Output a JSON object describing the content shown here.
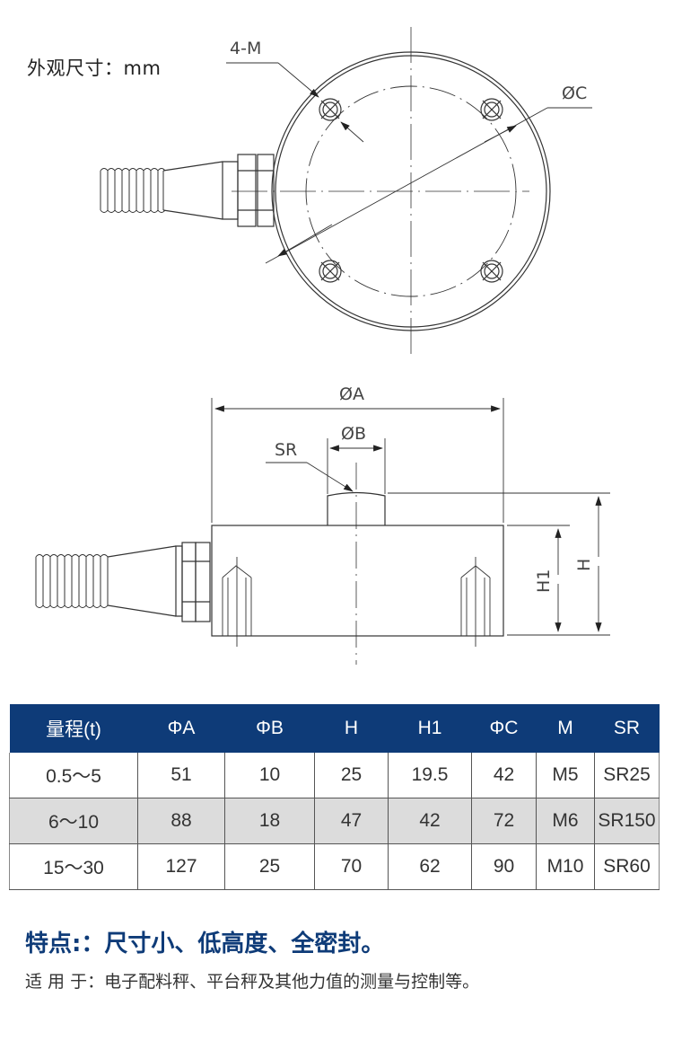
{
  "header": {
    "unit_label": "外观尺寸：mm"
  },
  "top_view": {
    "labels": {
      "holes": "4-M",
      "bolt_circle": "ØC"
    }
  },
  "side_view": {
    "labels": {
      "outer_diameter": "ØA",
      "button_diameter": "ØB",
      "sphere_radius": "SR",
      "total_height": "H",
      "body_height": "H1"
    }
  },
  "spec_table": {
    "header_color": "#0e3b78",
    "columns": [
      "量程(t)",
      "ΦA",
      "ΦB",
      "H",
      "H1",
      "ΦC",
      "M",
      "SR"
    ],
    "rows": [
      [
        "0.5～5",
        "51",
        "10",
        "25",
        "19.5",
        "42",
        "M5",
        "SR25"
      ],
      [
        "6～10",
        "88",
        "18",
        "47",
        "42",
        "72",
        "M6",
        "SR150"
      ],
      [
        "15～30",
        "127",
        "25",
        "70",
        "62",
        "90",
        "M10",
        "SR60"
      ]
    ]
  },
  "features": {
    "title": "特点:：尺寸小、低高度、全密封。",
    "usage": "适 用 于：电子配料秤、平台秤及其他力值的测量与控制等。"
  }
}
